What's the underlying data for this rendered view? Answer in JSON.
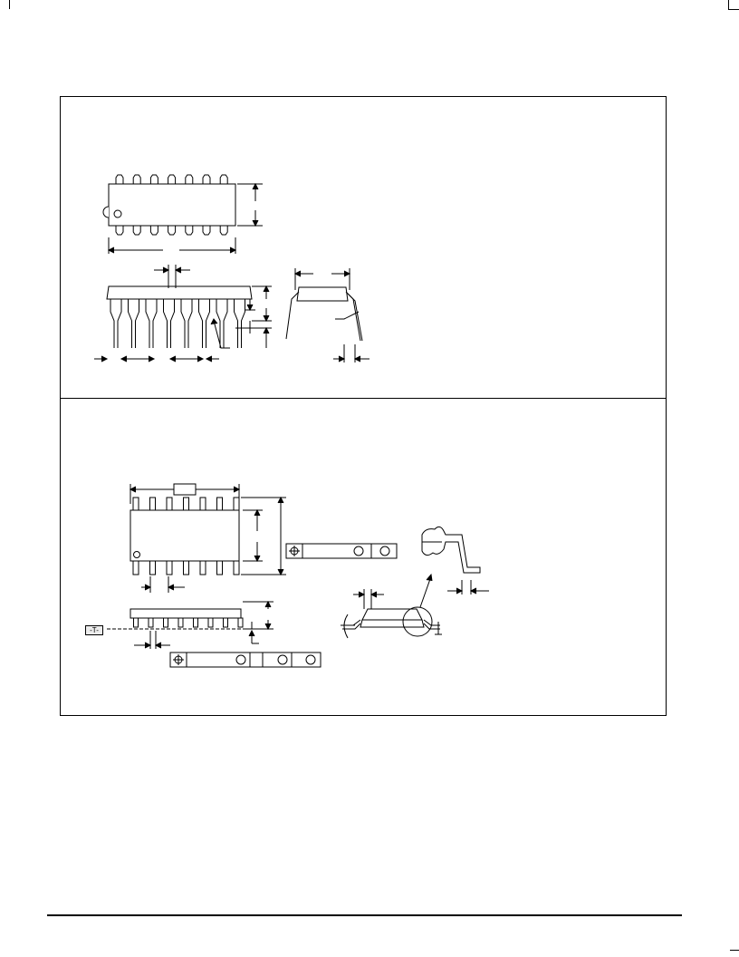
{
  "datum_label": "-T-",
  "colors": {
    "ink": "#000000",
    "paper": "#ffffff",
    "box_fill": "#ececec"
  },
  "sections": [
    {
      "id": "dip-package",
      "description_visible": false
    },
    {
      "id": "soic-package",
      "description_visible": false
    }
  ],
  "icons": {
    "position_tolerance": "crosshair-circle-icon",
    "datum_reference": "circle-icon"
  }
}
